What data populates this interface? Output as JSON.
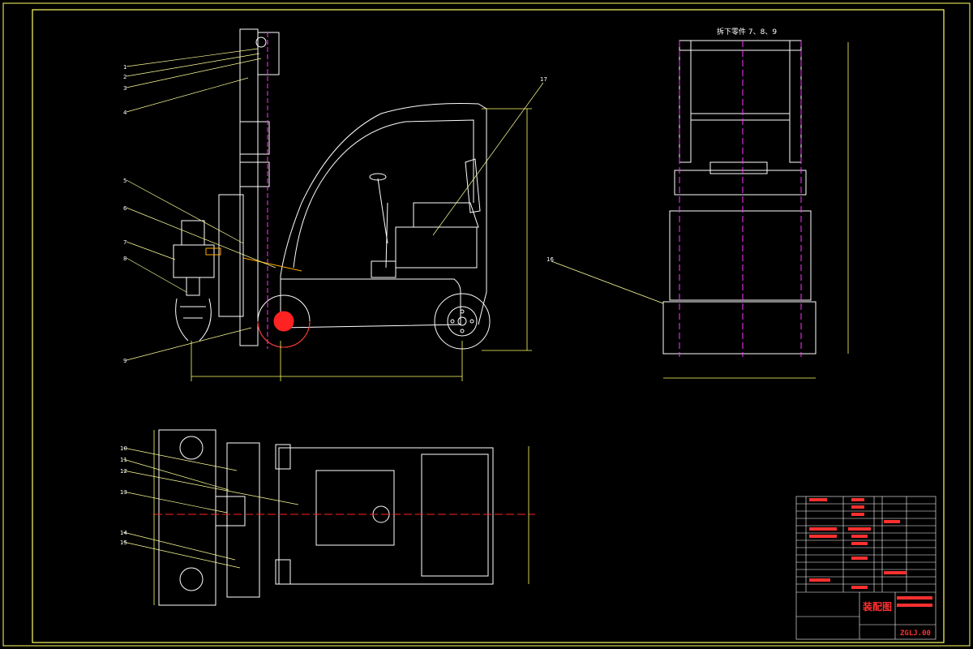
{
  "note": "拆下零件 7、8、9",
  "part_labels_side": [
    "1",
    "2",
    "3",
    "4",
    "5",
    "6",
    "7",
    "8",
    "9",
    "17"
  ],
  "part_labels_top": [
    "10",
    "11",
    "12",
    "13",
    "14",
    "15"
  ],
  "part_label_front": "16",
  "title_block": {
    "drawing_title": "装配图",
    "drawing_code": "ZGLJ.00"
  },
  "colors": {
    "background": "#000000",
    "frame": "#ffff66",
    "part": "#ffffff",
    "centerline": "#ff33ff",
    "dimension": "#ffff66",
    "leader": "#ffff99",
    "accent_red": "#ff2222",
    "table_text": "#ff3030"
  }
}
